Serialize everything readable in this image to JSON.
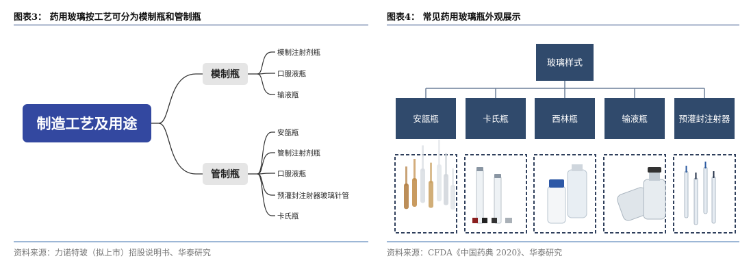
{
  "left": {
    "title": "图表3：  药用玻璃按工艺可分为模制瓶和管制瓶",
    "source": "资料来源：力诺特玻（拟上市）招股说明书、华泰研究",
    "root": "制造工艺及用途",
    "branches": [
      {
        "label": "模制瓶",
        "children": [
          "模制注射剂瓶",
          "口服液瓶",
          "输液瓶"
        ]
      },
      {
        "label": "管制瓶",
        "children": [
          "安瓿瓶",
          "管制注射剂瓶",
          "口服液瓶",
          "预灌封注射器玻璃针管",
          "卡氏瓶"
        ]
      }
    ],
    "colors": {
      "root_bg": "#3348a0",
      "branch_bg": "#e5e5e5",
      "line": "#333333"
    }
  },
  "right": {
    "title": "图表4：  常见药用玻璃瓶外观展示",
    "source": "资料来源：CFDA《中国药典 2020》、华泰研究",
    "top": "玻璃样式",
    "types": [
      "安瓿瓶",
      "卡氏瓶",
      "西林瓶",
      "输液瓶",
      "预灌封注射器"
    ],
    "colors": {
      "box_bg": "#304a6c",
      "box_text": "#ffffff",
      "connector": "#6c7f99",
      "frame": "#2f3f5c"
    }
  }
}
